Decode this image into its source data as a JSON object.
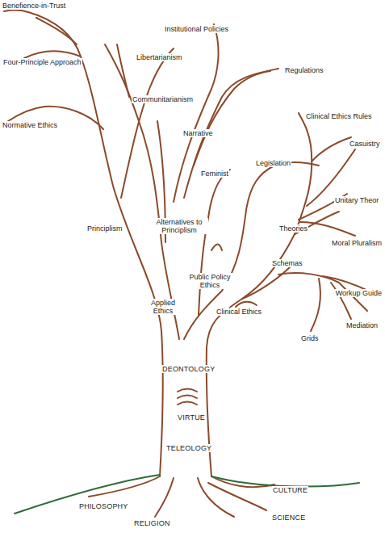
{
  "diagram": {
    "labels": [
      "Benefience-in-Trust",
      "Institutional Policies",
      "Libertarianism",
      "Four-Principle Approach",
      "Regulations",
      "Communitarianism",
      "Normative Ethics",
      "Clinical Ethics Rules",
      "Casuistry",
      "Narrative",
      "Legislation",
      "Feminist",
      "Unitary Theor",
      "Theories",
      "Principlism",
      "Alternatives to Principlism",
      "Moral Pluralism",
      "Schemas",
      "Public Policy Ethics",
      "Workup Guide",
      "Applied Ethics",
      "Clinical Ethics",
      "Mediation",
      "Grids",
      "DEONTOLOGY",
      "VIRTUE",
      "TELEOLOGY",
      "CULTURE",
      "PHILOSOPHY",
      "SCIENCE",
      "RELIGION"
    ]
  }
}
